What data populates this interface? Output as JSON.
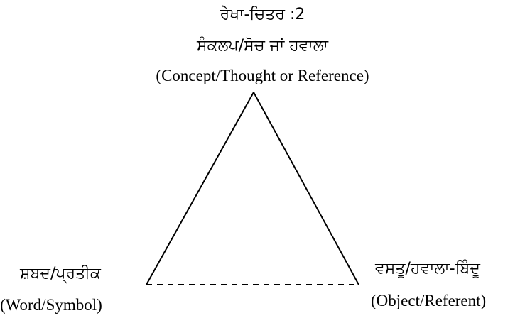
{
  "figure_label": "ਰੇਖਾ-ਚਿਤਰ :2",
  "apex": {
    "label_pa": "ਸੰਕਲਪ/ਸੋਚ ਜਾਂ ਹਵਾਲਾ",
    "label_en": "(Concept/Thought or Reference)"
  },
  "left_corner": {
    "label_pa": "ਸ਼ਬਦ/ਪ੍ਰਤੀਕ",
    "label_en": "(Word/Symbol)"
  },
  "right_corner": {
    "label_pa": "ਵਸਤੂ/ਹਵਾਲਾ-ਬਿੰਦੂ",
    "label_en": "(Object/Referent)"
  },
  "colors": {
    "line": "#000000",
    "background": "#ffffff"
  }
}
